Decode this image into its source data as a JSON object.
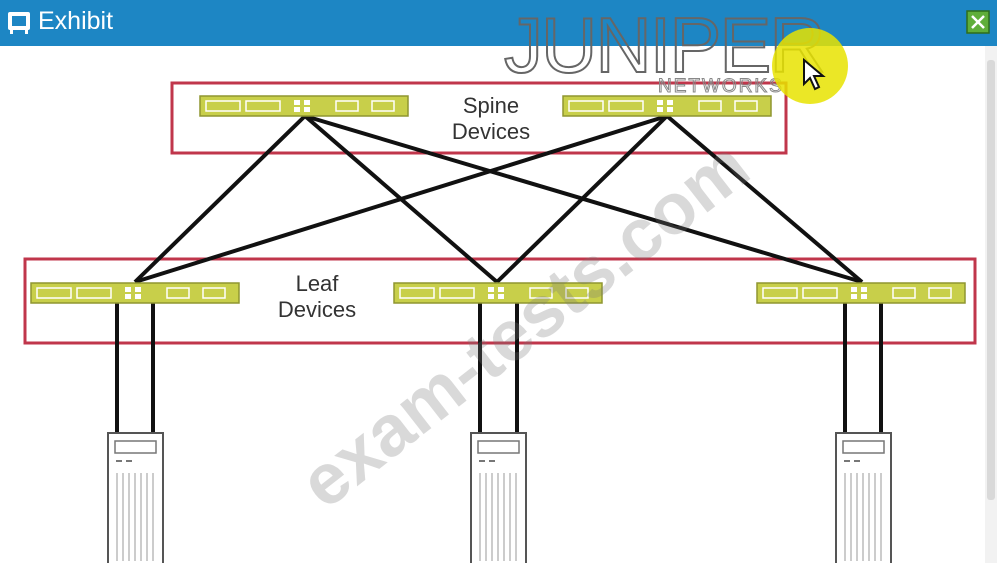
{
  "window": {
    "title": "Exhibit"
  },
  "logo": {
    "wordmark": "JUNIPER",
    "subtitle": "NETWORKS"
  },
  "diagram": {
    "spine_label_line1": "Spine",
    "spine_label_line2": "Devices",
    "leaf_label_line1": "Leaf",
    "leaf_label_line2": "Devices"
  },
  "watermark": "exam-tests.com",
  "colors": {
    "titlebar": "#1d86c4",
    "group_border": "#c0364b",
    "switch_fill": "#c8cf4a",
    "link": "#111111"
  }
}
